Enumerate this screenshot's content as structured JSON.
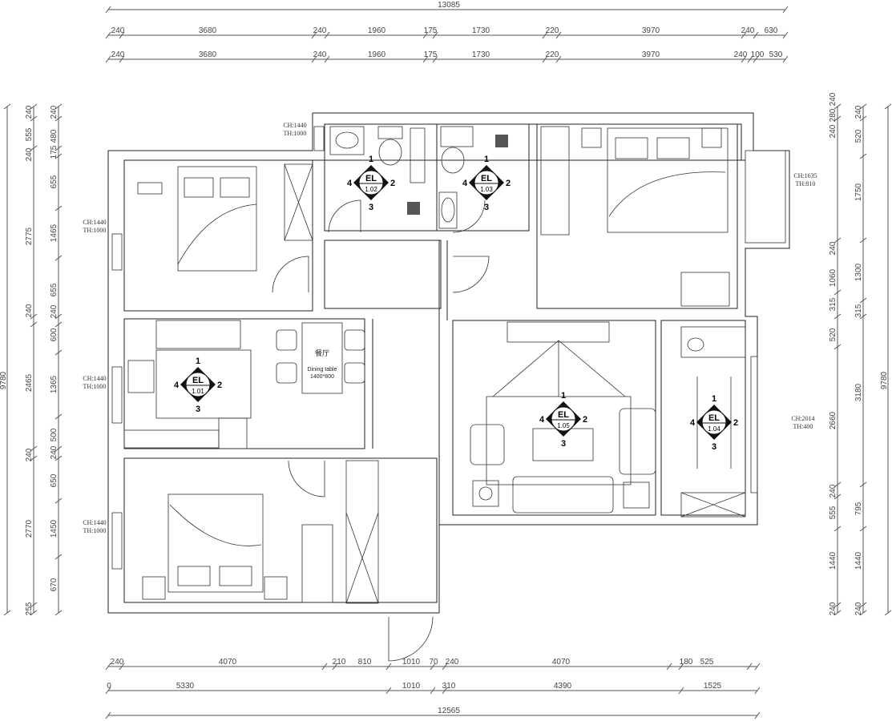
{
  "dimensions": {
    "top_total": "13085",
    "top_row1": [
      "240",
      "3680",
      "240",
      "1960",
      "175",
      "1730",
      "220",
      "3970",
      "240",
      "630"
    ],
    "top_row2": [
      "240",
      "3680",
      "240",
      "1960",
      "175",
      "1730",
      "220",
      "3970",
      "240",
      "100",
      "530"
    ],
    "bottom_row1": [
      "240",
      "4070",
      "210",
      "810",
      "1010",
      "70",
      "240",
      "4070",
      "180",
      "525"
    ],
    "bottom_row2": [
      "0",
      "5330",
      "1010",
      "310",
      "4390",
      "1525"
    ],
    "bottom_total": "12565",
    "left_total": "9780",
    "left_row1": [
      "240",
      "555",
      "240",
      "2775",
      "240",
      "2465",
      "240",
      "2770",
      "255"
    ],
    "left_row2": [
      "240",
      "480",
      "175",
      "655",
      "1465",
      "655",
      "240",
      "600",
      "1365",
      "500",
      "240",
      "650",
      "1450",
      "670"
    ],
    "right_row1": [
      "240",
      "280",
      "240",
      "240",
      "1060",
      "315",
      "520",
      "2660",
      "240",
      "555",
      "1440",
      "240"
    ],
    "right_row2": [
      "240",
      "520",
      "1750",
      "1300",
      "315",
      "3180",
      "795",
      "1440",
      "240"
    ],
    "right_total": "9780"
  },
  "window_labels": [
    {
      "ch": "CH:1440",
      "th": "TH:1000"
    },
    {
      "ch": "CH:1440",
      "th": "TH:1000"
    },
    {
      "ch": "CH:1440",
      "th": "TH:1000"
    },
    {
      "ch": "CH:1440",
      "th": "TH:1000"
    },
    {
      "ch": "CH:1635",
      "th": "TH:810"
    },
    {
      "ch": "CH:2014",
      "th": "TH:400"
    }
  ],
  "elevation_markers": [
    {
      "label": "EL",
      "code": "1.02",
      "dirs": [
        "1",
        "2",
        "3",
        "4"
      ]
    },
    {
      "label": "EL",
      "code": "1.03",
      "dirs": [
        "1",
        "2",
        "3",
        "4"
      ]
    },
    {
      "label": "EL",
      "code": "1.01",
      "dirs": [
        "1",
        "2",
        "3",
        "4"
      ]
    },
    {
      "label": "EL",
      "code": "1.05",
      "dirs": [
        "1",
        "2",
        "3",
        "4"
      ]
    },
    {
      "label": "EL",
      "code": "1.04",
      "dirs": [
        "1",
        "2",
        "3",
        "4"
      ]
    }
  ],
  "dining": {
    "room": "餐厅",
    "table": "Dining table",
    "size": "1400*800"
  }
}
